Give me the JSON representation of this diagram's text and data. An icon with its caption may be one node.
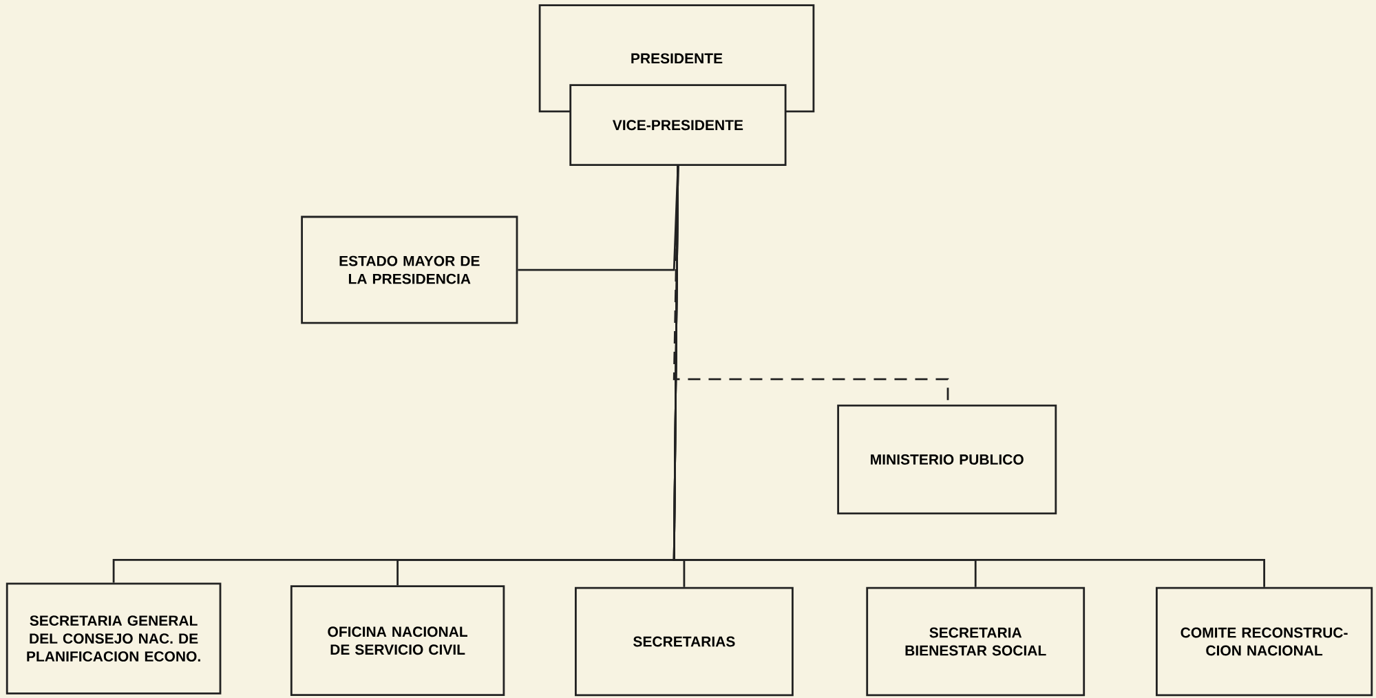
{
  "diagram": {
    "nodes": [
      {
        "text": [
          "PRESIDENTE"
        ]
      },
      {
        "text": [
          "VICE-PRESIDENTE"
        ]
      },
      {
        "text": [
          "ESTADO MAYOR DE LA PRESIDENCIA"
        ]
      },
      {
        "text": [
          "MINISTERIO PUBLICO"
        ]
      },
      {
        "text": [
          "SECRETARIA GENERAL DEL CONSEJO NAC. DE PLANIFICACION ECONO."
        ]
      },
      {
        "text": [
          "OFICINA NACIONAL DE SERVICIO CIVIL"
        ]
      },
      {
        "text": [
          "SECRETARIAS"
        ]
      },
      {
        "text": [
          "SECRETARIA BIENESTAR SOCIAL"
        ]
      },
      {
        "text": [
          "COMITE RECONSTRUC- CION NACIONAL"
        ]
      }
    ],
    "edges": [
      {
        "from": 1,
        "to": 2,
        "arrow": "none"
      },
      {
        "from": 1,
        "to": 3,
        "arrow": "none",
        "style": "dashed"
      },
      {
        "from": 1,
        "to": 4,
        "arrow": "none"
      },
      {
        "from": 1,
        "to": 5,
        "arrow": "none"
      },
      {
        "from": 1,
        "to": 6,
        "arrow": "none"
      },
      {
        "from": 1,
        "to": 7,
        "arrow": "none"
      },
      {
        "from": 1,
        "to": 8,
        "arrow": "none"
      }
    ]
  }
}
